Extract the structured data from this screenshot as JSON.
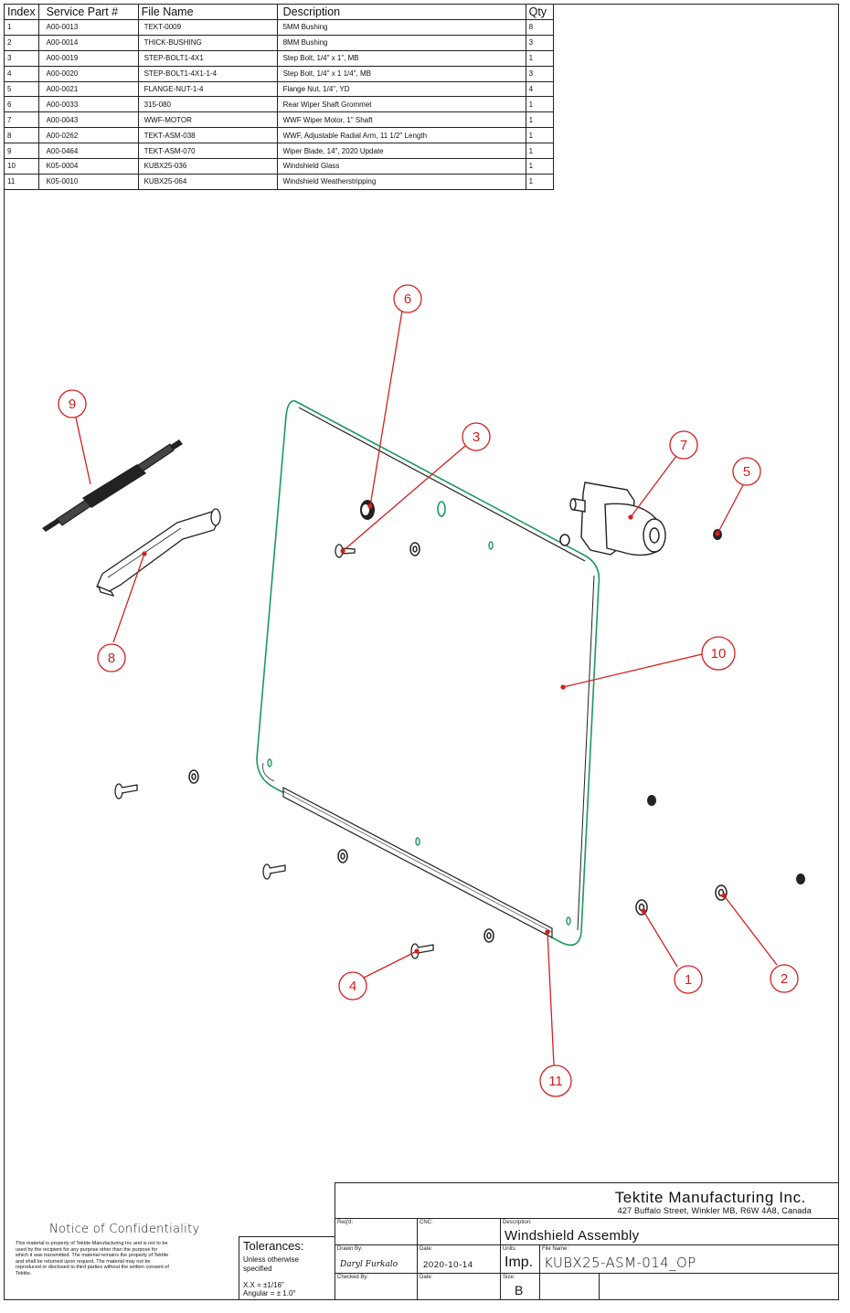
{
  "bom": {
    "headers": [
      "Index",
      "Service Part #",
      "File Name",
      "Description",
      "Qty"
    ],
    "rows": [
      [
        "1",
        "A00-0013",
        "TEKT-0009",
        "5MM Bushing",
        "8"
      ],
      [
        "2",
        "A00-0014",
        "THICK-BUSHING",
        "8MM Bushing",
        "3"
      ],
      [
        "3",
        "A00-0019",
        "STEP-BOLT1-4X1",
        "Step Bolt, 1/4\" x 1\", MB",
        "1"
      ],
      [
        "4",
        "A00-0020",
        "STEP-BOLT1-4X1-1-4",
        "Step Bolt, 1/4\" x 1 1/4\", MB",
        "3"
      ],
      [
        "5",
        "A00-0021",
        "FLANGE-NUT-1-4",
        "Flange Nut, 1/4\", YD",
        "4"
      ],
      [
        "6",
        "A00-0033",
        "315-080",
        "Rear Wiper Shaft Grommet",
        "1"
      ],
      [
        "7",
        "A00-0043",
        "WWF-MOTOR",
        "WWF Wiper Motor, 1\" Shaft",
        "1"
      ],
      [
        "8",
        "A00-0262",
        "TEKT-ASM-038",
        "WWF, Adjustable Radial Arm, 11 1/2\" Length",
        "1"
      ],
      [
        "9",
        "A00-0464",
        "TEKT-ASM-070",
        "Wiper Blade, 14\", 2020 Update",
        "1"
      ],
      [
        "10",
        "K05-0004",
        "KUBX25-036",
        "Windshield Glass",
        "1"
      ],
      [
        "11",
        "K05-0010",
        "KUBX25-064",
        "Windshield Weatherstripping",
        "1"
      ]
    ]
  },
  "balloons": [
    "1",
    "2",
    "3",
    "4",
    "5",
    "6",
    "7",
    "8",
    "9",
    "10",
    "11"
  ],
  "title_block": {
    "company": "Tektite Manufacturing Inc.",
    "address": "427 Buffalo Street, Winkler MB, R6W 4A8, Canada",
    "reqd_label": "Req'd:",
    "cnc_label": "CNC:",
    "description_label": "Description:",
    "description": "Windshield Assembly",
    "drawn_by_label": "Drawn By:",
    "drawn_by": "Daryl Furkalo",
    "date_label": "Date:",
    "date": "2020-10-14",
    "units_label": "Units:",
    "units": "Imp.",
    "file_name_label": "File Name:",
    "file_name": "KUBX25-ASM-014_OP",
    "checked_by_label": "Checked By:",
    "date2_label": "Date:",
    "size_label": "Size:",
    "size": "B"
  },
  "tolerances": {
    "title": "Tolerances:",
    "line1": "Unless otherwise",
    "line2": "specified",
    "linear": "X.X = ±1/16\"",
    "angular": "Angular = ± 1.0°"
  },
  "notice": {
    "title": "Notice of Confidentiality",
    "text": "This material is property of Tektite Manufacturing Inc and is not to be used by the recipient for any purpose other than the purpose for which it was transmitted. The material remains the property of Tektite and shall be returned upon request. The material may not be reproduced or disclosed to third parties without the written consent of Tektite."
  },
  "colors": {
    "balloon": "#d42020",
    "glass_edge": "#1a9a5a",
    "line": "#222222"
  }
}
